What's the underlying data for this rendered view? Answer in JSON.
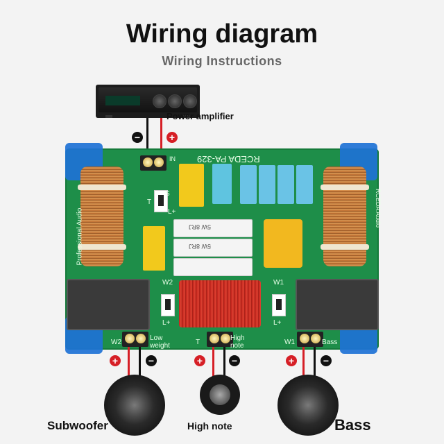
{
  "title": "Wiring diagram",
  "subtitle": "Wiring Instructions",
  "amplifier": {
    "label": "Power amplifier"
  },
  "board": {
    "model": "RCEDA PA-329",
    "side_left": "Professional Audio",
    "side_right": "RCEDA Audio",
    "label_in": "IN",
    "label_w1": "W1",
    "label_w2": "W2",
    "label_t": "T",
    "label_l": "L+",
    "label_s": "S",
    "label_low": "Low weight",
    "label_high": "High note",
    "label_bass": "Bass",
    "resistor_text": "5W 8RJ"
  },
  "terminals": {
    "amp": {
      "minus": "−",
      "plus": "+"
    },
    "subwoofer": {
      "plus": "+",
      "minus": "−"
    },
    "high": {
      "plus": "+",
      "minus": "−"
    },
    "bass": {
      "plus": "+",
      "minus": "−"
    }
  },
  "speakers": {
    "subwoofer": "Subwoofer",
    "high_note": "High note",
    "bass": "Bass"
  },
  "colors": {
    "positive": "#d61f26",
    "negative": "#111111",
    "board": "#1e8e49",
    "bracket": "#1e72d6"
  }
}
